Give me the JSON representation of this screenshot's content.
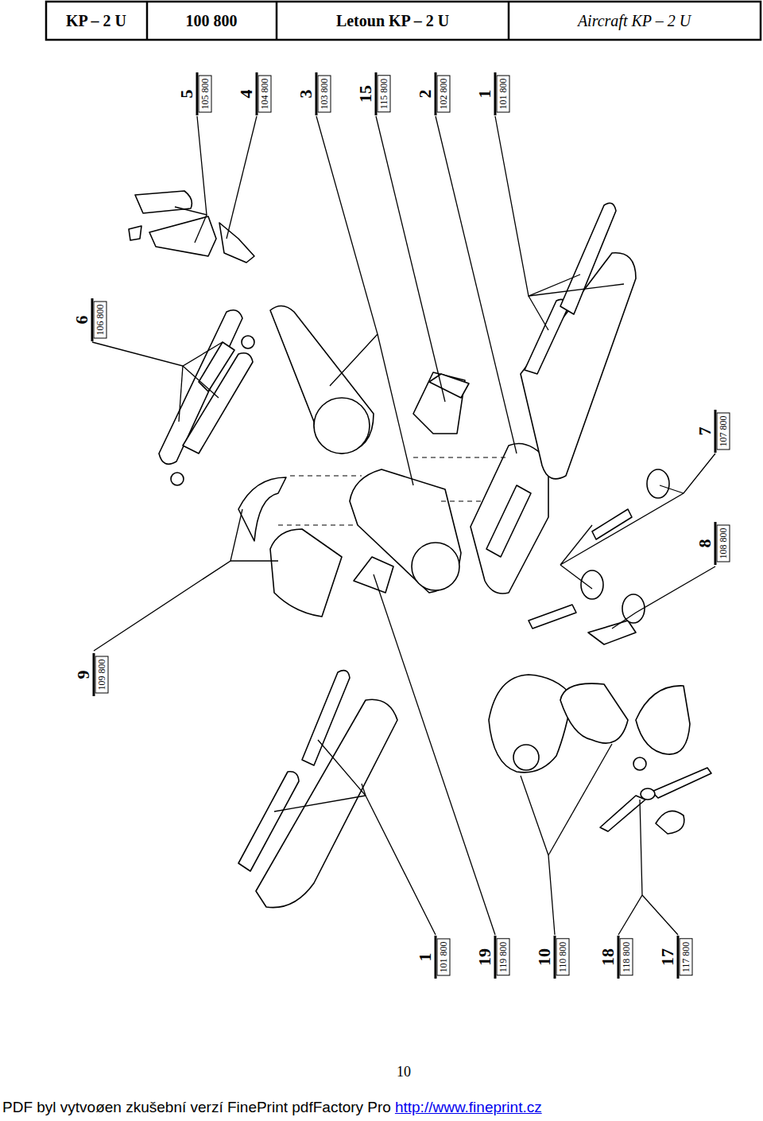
{
  "diagram": {
    "labels": [
      "KP – 2 U",
      "100 800",
      "Letoun KP – 2 U",
      "Aircraft KP – 2 U",
      "5",
      "105 800",
      "4",
      "104 800",
      "3",
      "103 800",
      "15",
      "115 800",
      "2",
      "102 800",
      "1",
      "101 800",
      "6",
      "106 800",
      "9",
      "109 800",
      "7",
      "107 800",
      "8",
      "108 800",
      "1",
      "101 800",
      "19",
      "119 800",
      "10",
      "110 800",
      "18",
      "118 800",
      "17",
      "117 800",
      "10",
      "PDF byl vytvoøen zkušební verzí FinePrint pdfFactory Pro",
      "http://www.fineprint.cz"
    ]
  }
}
